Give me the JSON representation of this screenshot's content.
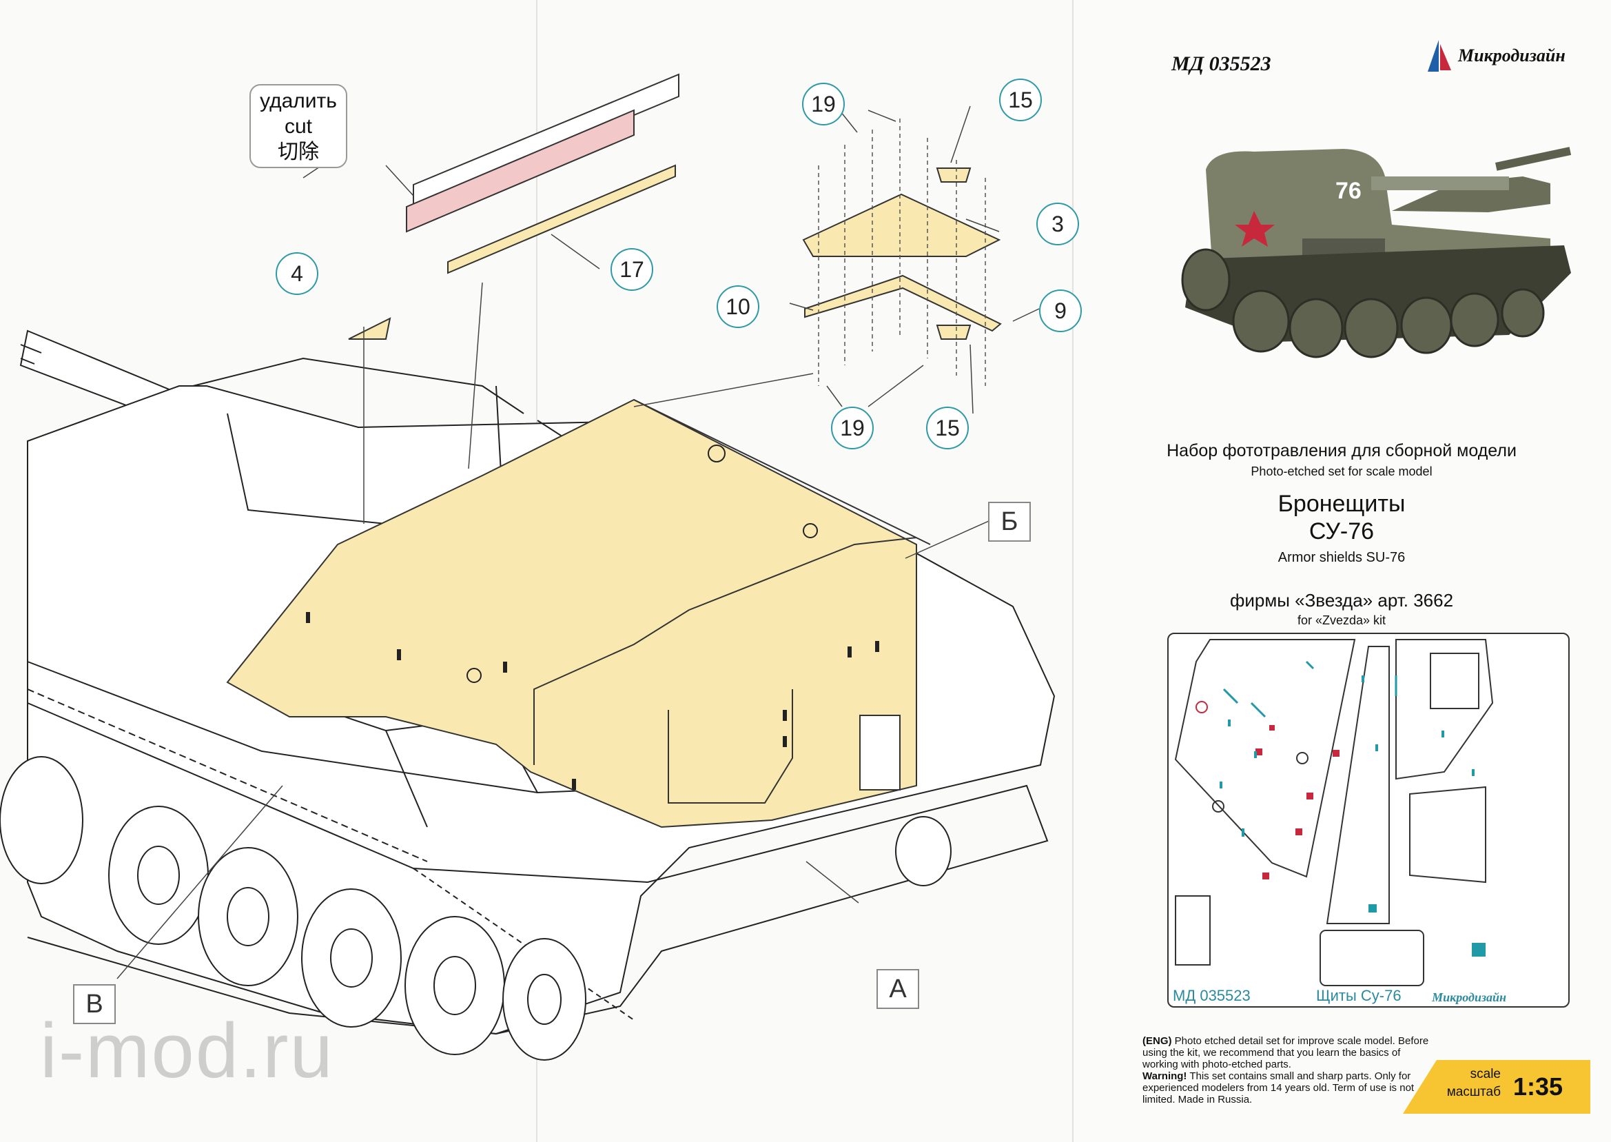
{
  "kit_code": "МД 035523",
  "brand": "Микродизайн",
  "cut_label": {
    "ru": "удалить",
    "en": "cut",
    "zh": "切除"
  },
  "callouts": {
    "c19a": "19",
    "c15a": "15",
    "c3": "3",
    "c17": "17",
    "c4": "4",
    "c10": "10",
    "c9": "9",
    "c19b": "19",
    "c15b": "15"
  },
  "view_labels": {
    "b_cyr": "Б",
    "a": "А",
    "v": "В"
  },
  "tank_number": "76",
  "description": {
    "title_ru": "Набор фототравления для сборной модели",
    "title_en": "Photo-etched set for scale model",
    "product_ru_line1": "Бронещиты",
    "product_ru_line2": "СУ-76",
    "product_en": "Armor shields SU-76",
    "kit_ru": "фирмы «Звезда» арт. 3662",
    "kit_en": "for «Zvezda» kit"
  },
  "sheet": {
    "code": "МД 035523",
    "title": "Щиты Су-76",
    "brand": "Микродизайн"
  },
  "eng_note": {
    "lead": "(ENG)",
    "text1": " Photo etched detail set for improve scale model. Before using the kit, we recommend that you learn the basics of working with photo-etched parts.",
    "warn": "Warning!",
    "text2": " This set contains small and sharp parts. Only for experienced modelers from 14 years old. Term of use is not limited. Made in Russia."
  },
  "scale": {
    "label_en": "scale",
    "label_ru": "масштаб",
    "value": "1:35"
  },
  "watermark": "i-mod.ru",
  "colors": {
    "part_fill": "#f9e8b0",
    "callout": "#2d9aa6",
    "cut_fill": "#f2c8c8",
    "scale_band": "#f6c531",
    "sheet_red": "#c8283c",
    "sheet_teal": "#1f9aa6"
  }
}
